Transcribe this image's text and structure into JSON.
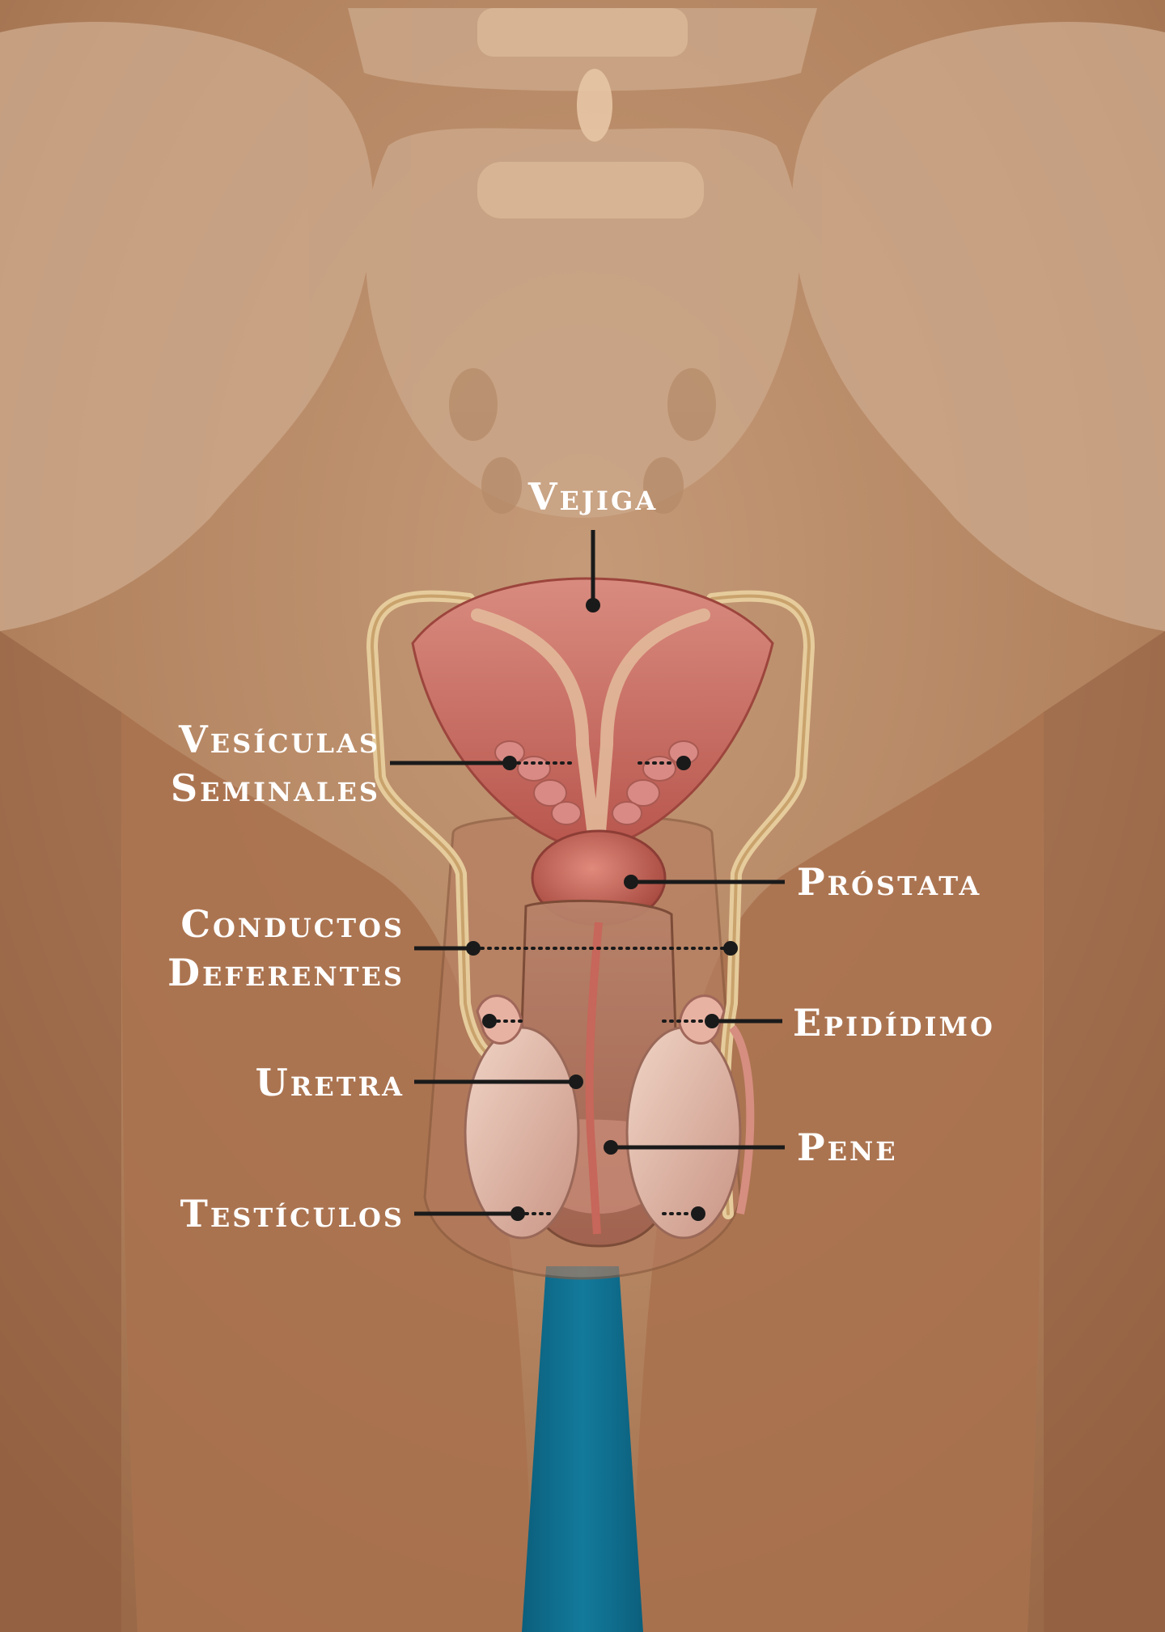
{
  "labels": {
    "vejiga": "Vejiga",
    "vesiculas_l1": "Vesículas",
    "vesiculas_l2": "Seminales",
    "prostata": "Próstata",
    "conductos_l1": "Conductos",
    "conductos_l2": "Deferentes",
    "epididimo": "Epidídimo",
    "uretra": "Uretra",
    "pene": "Pene",
    "testiculos": "Testículos"
  },
  "colors": {
    "skin": "#b58460",
    "bone": "#c9a482",
    "organ": "#c8645a",
    "vas": "#e8cfa0",
    "testis": "#e0b8a8",
    "accent_blue": "#0e6e8e"
  }
}
